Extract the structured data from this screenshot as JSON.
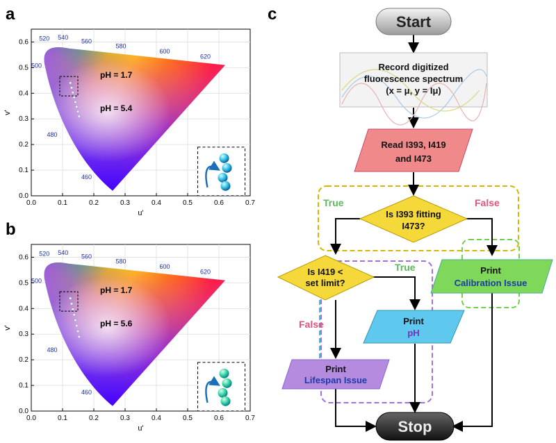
{
  "panels": {
    "a": "a",
    "b": "b",
    "c": "c"
  },
  "cie": {
    "xlabel": "u'",
    "ylabel": "v'",
    "xticks": [
      "0.0",
      "0.1",
      "0.2",
      "0.3",
      "0.4",
      "0.5",
      "0.6",
      "0.7"
    ],
    "yticks": [
      "0.0",
      "0.1",
      "0.2",
      "0.3",
      "0.4",
      "0.5",
      "0.6"
    ],
    "wavelengths": [
      "520",
      "540",
      "560",
      "580",
      "600",
      "620",
      "500",
      "480",
      "460"
    ]
  },
  "chart_a": {
    "ph_start": "pH = 1.7",
    "ph_end": "pH = 5.4"
  },
  "chart_b": {
    "ph_start": "pH = 1.7",
    "ph_end": "pH = 5.6"
  },
  "flow": {
    "start": "Start",
    "record_l1": "Record digitized",
    "record_l2": "fluorescence spectrum",
    "record_l3": "(x = μ, y = Iμ)",
    "read_l1": "Read I393, I419",
    "read_l2": "and I473",
    "d1_l1": "Is I393 fitting",
    "d1_l2": "I473?",
    "d2_l1": "Is I419 <",
    "d2_l2": "set limit?",
    "true1": "True",
    "false1": "False",
    "true2": "True",
    "false2": "False",
    "calib_l1": "Print",
    "calib_l2": "Calibration Issue",
    "ph_l1": "Print",
    "ph_l2": "pH",
    "life_l1": "Print",
    "life_l2": "Lifespan Issue",
    "stop": "Stop"
  },
  "colors": {
    "true": "#5cb85c",
    "false": "#e0557a",
    "read_fill": "#f08a8a",
    "decision_fill": "#f5d93a",
    "calib_fill": "#7fd85a",
    "ph_fill": "#5fc8ee",
    "life_fill": "#b58be0"
  }
}
